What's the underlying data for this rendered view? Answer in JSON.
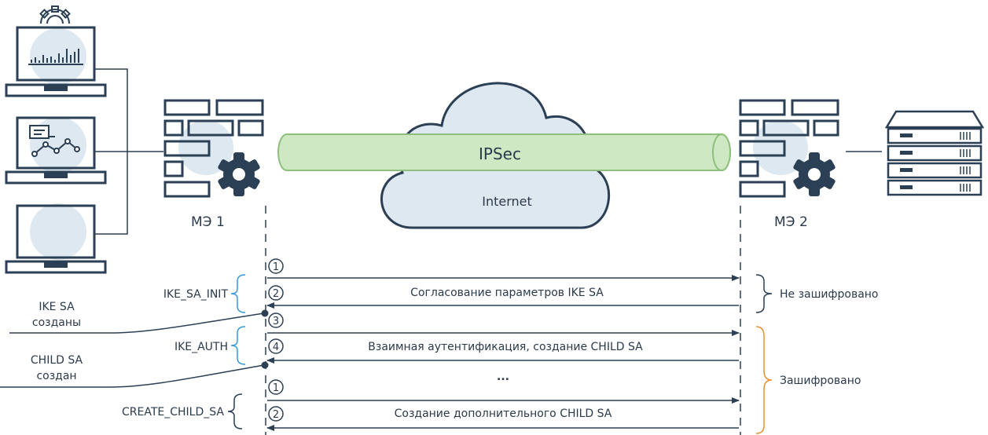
{
  "tunnel_label": "IPSec",
  "cloud_label": "Internet",
  "firewall_left_label": "МЭ 1",
  "firewall_right_label": "МЭ 2",
  "message_numbers": [
    "1",
    "2",
    "3",
    "4",
    "1",
    "2"
  ],
  "messages": {
    "ike_sa_init": "Согласование параметров IKE SA",
    "ike_auth": "Взаимная аутентификация, создание CHILD SA",
    "ellipsis": "...",
    "create_child": "Создание дополнительного CHILD SA"
  },
  "phases": {
    "ike_sa_init": "IKE_SA_INIT",
    "ike_auth": "IKE_AUTH",
    "create_child_sa": "CREATE_CHILD_SA"
  },
  "notes": {
    "ike_sa_line1": "IKE SA",
    "ike_sa_line2": "созданы",
    "child_sa_line1": "CHILD SA",
    "child_sa_line2": "создан"
  },
  "brackets": {
    "not_encrypted": "Не зашифровано",
    "encrypted": "Зашифровано"
  },
  "colors": {
    "navy": "#2b3f55",
    "light_blue": "#dde8f0",
    "tunnel_green": "#cfe8c4",
    "bracket_blue": "#3a9ad9",
    "bracket_orange": "#e8912f"
  }
}
